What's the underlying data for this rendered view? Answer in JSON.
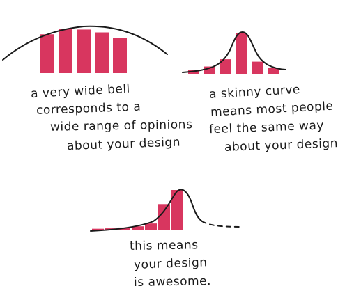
{
  "colors": {
    "bar": "#d8365f",
    "curve": "#1a1a1a",
    "background": "#ffffff"
  },
  "panels": [
    {
      "id": "wide",
      "caption_lines": [
        "a very wide bell",
        "corresponds to a",
        "wide range of opinions",
        "about your design"
      ],
      "bar_levels": [
        0.82,
        0.94,
        0.92,
        0.86,
        0.74
      ],
      "curve": "wide-bell"
    },
    {
      "id": "skinny",
      "caption_lines": [
        "a skinny curve",
        "means most people",
        "feel the same way",
        "about your design"
      ],
      "bar_levels": [
        0.1,
        0.18,
        0.36,
        1.0,
        0.3,
        0.14
      ],
      "curve": "narrow-bell"
    },
    {
      "id": "awesome",
      "caption_lines": [
        "this means",
        "your design",
        "is awesome."
      ],
      "bar_levels": [
        0.04,
        0.05,
        0.07,
        0.1,
        0.17,
        0.65,
        1.0
      ],
      "curve": "right-skewed-bell"
    }
  ]
}
